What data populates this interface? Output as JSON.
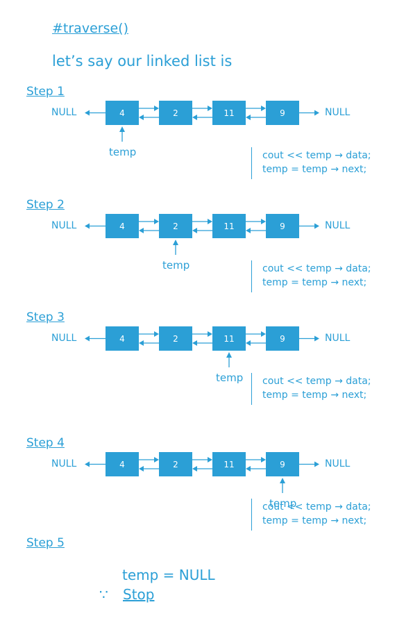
{
  "title": "#traverse()",
  "intro": "let’s say our linked list is",
  "null_label": "NULL",
  "pointer_label": "temp",
  "nodes": [
    "4",
    "2",
    "11",
    "9"
  ],
  "code_lines": [
    "cout << temp → data;",
    "temp = temp → next;"
  ],
  "steps": [
    {
      "label": "Step 1",
      "temp_index": 0
    },
    {
      "label": "Step 2",
      "temp_index": 1
    },
    {
      "label": "Step 3",
      "temp_index": 2
    },
    {
      "label": "Step 4",
      "temp_index": 3
    }
  ],
  "step5": {
    "label": "Step 5",
    "result": "temp = NULL",
    "therefore_symbol": "∵",
    "conclusion": "Stop"
  },
  "colors": {
    "accent": "#2b9fd6",
    "node_text": "#ffffff",
    "background": "#ffffff"
  }
}
